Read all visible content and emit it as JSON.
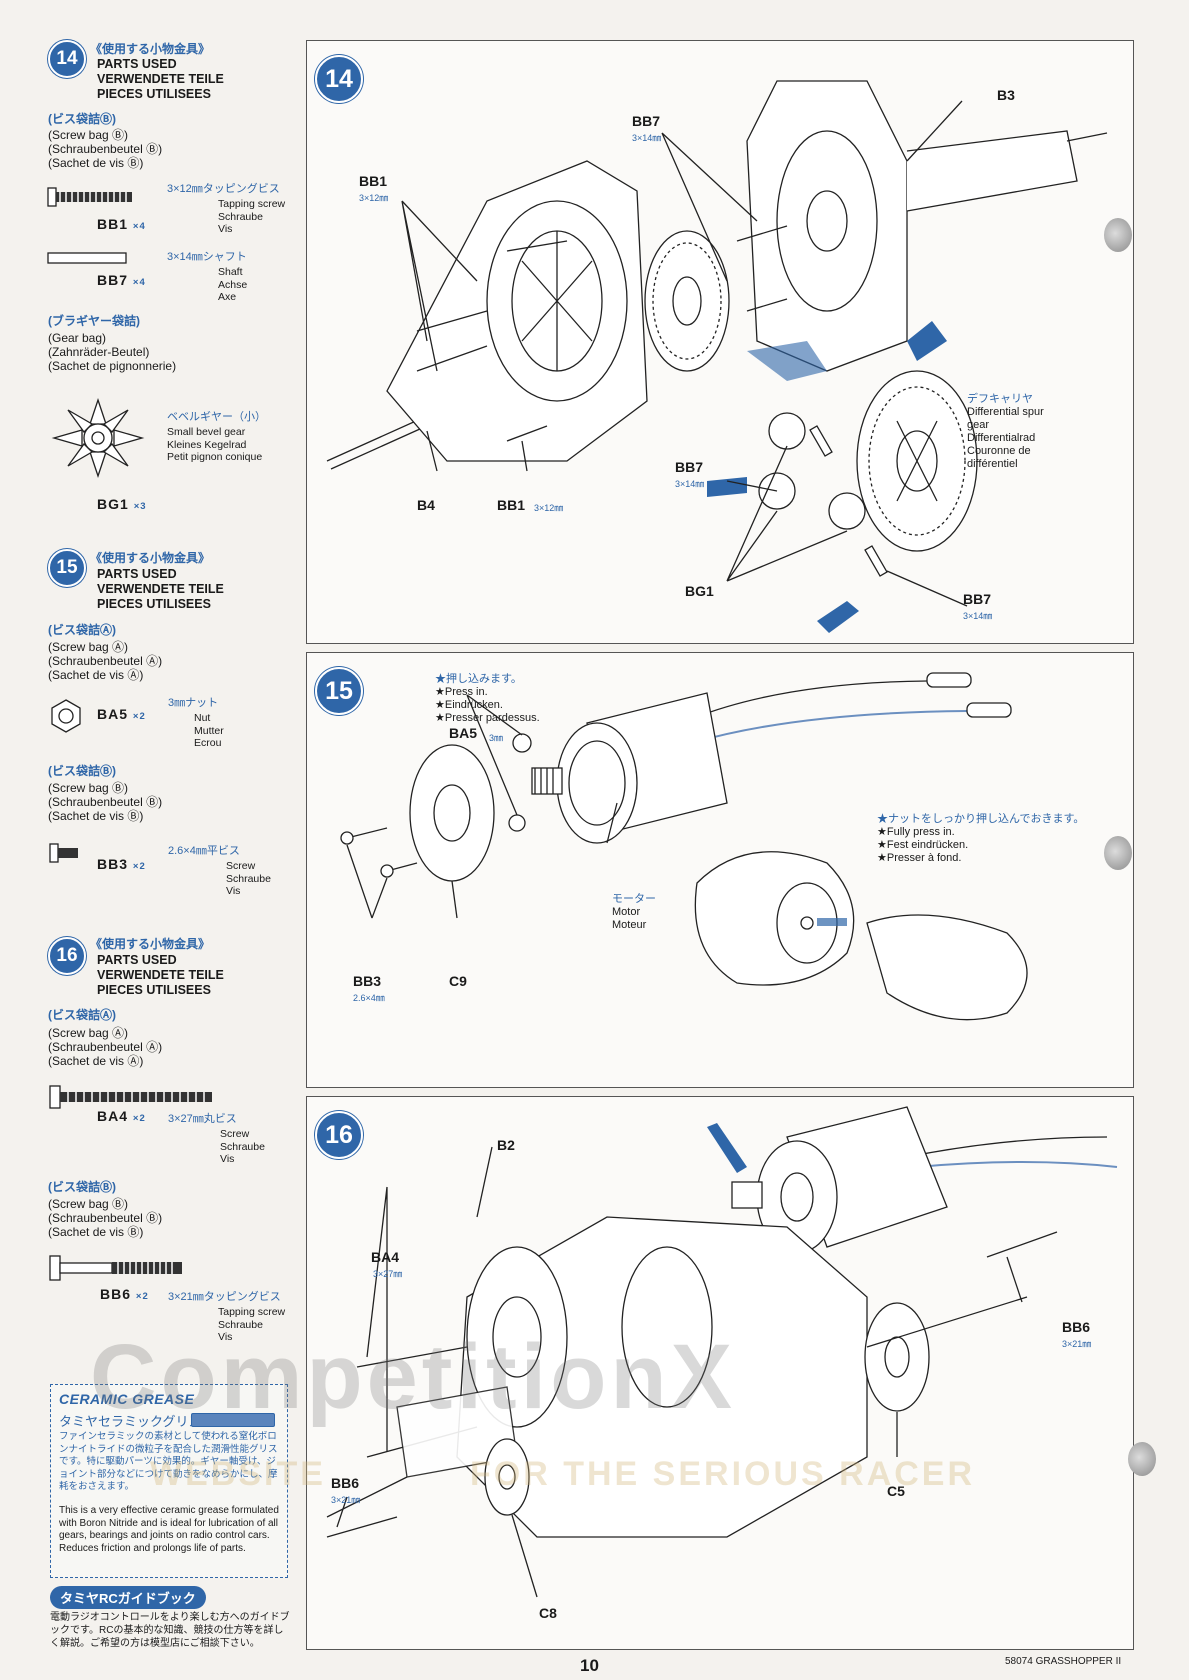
{
  "steps": [
    {
      "number": "14",
      "header_jp": "《使用する小物金具》",
      "header_en": "PARTS USED",
      "header_de": "VERWENDETE TEILE",
      "header_fr": "PIECES UTILISEES",
      "bags": [
        {
          "bag_jp": "(ビス袋詰Ⓑ)",
          "bag_en": "(Screw bag Ⓑ)",
          "bag_de": "(Schraubenbeutel Ⓑ)",
          "bag_fr": "(Sachet de vis Ⓑ)",
          "parts": [
            {
              "code": "BB1",
              "qty": "×4",
              "size_jp": "3×12㎜タッピングビス",
              "en": "Tapping screw",
              "de": "Schraube",
              "fr": "Vis"
            },
            {
              "code": "BB7",
              "qty": "×4",
              "size_jp": "3×14㎜シャフト",
              "en": "Shaft",
              "de": "Achse",
              "fr": "Axe"
            }
          ]
        },
        {
          "bag_jp": "(ブラギヤー袋詰)",
          "bag_en": "(Gear bag)",
          "bag_de": "(Zahnräder-Beutel)",
          "bag_fr": "(Sachet de pignonnerie)",
          "parts": [
            {
              "code": "BG1",
              "qty": "×3",
              "size_jp": "ベベルギヤー（小）",
              "en": "Small bevel gear",
              "de": "Kleines Kegelrad",
              "fr": "Petit pignon conique"
            }
          ]
        }
      ]
    },
    {
      "number": "15",
      "header_jp": "《使用する小物金具》",
      "header_en": "PARTS USED",
      "header_de": "VERWENDETE TEILE",
      "header_fr": "PIECES UTILISEES",
      "bags": [
        {
          "bag_jp": "(ビス袋詰Ⓐ)",
          "bag_en": "(Screw bag Ⓐ)",
          "bag_de": "(Schraubenbeutel Ⓐ)",
          "bag_fr": "(Sachet de vis Ⓐ)",
          "parts": [
            {
              "code": "BA5",
              "qty": "×2",
              "size_jp": "3㎜ナット",
              "en": "Nut",
              "de": "Mutter",
              "fr": "Ecrou"
            }
          ]
        },
        {
          "bag_jp": "(ビス袋詰Ⓑ)",
          "bag_en": "(Screw bag Ⓑ)",
          "bag_de": "(Schraubenbeutel Ⓑ)",
          "bag_fr": "(Sachet de vis Ⓑ)",
          "parts": [
            {
              "code": "BB3",
              "qty": "×2",
              "size_jp": "2.6×4㎜平ビス",
              "en": "Screw",
              "de": "Schraube",
              "fr": "Vis"
            }
          ]
        }
      ]
    },
    {
      "number": "16",
      "header_jp": "《使用する小物金具》",
      "header_en": "PARTS USED",
      "header_de": "VERWENDETE TEILE",
      "header_fr": "PIECES UTILISEES",
      "bags": [
        {
          "bag_jp": "(ビス袋詰Ⓐ)",
          "bag_en": "(Screw bag Ⓐ)",
          "bag_de": "(Schraubenbeutel Ⓐ)",
          "bag_fr": "(Sachet de vis Ⓐ)",
          "parts": [
            {
              "code": "BA4",
              "qty": "×2",
              "size_jp": "3×27㎜丸ビス",
              "en": "Screw",
              "de": "Schraube",
              "fr": "Vis"
            }
          ]
        },
        {
          "bag_jp": "(ビス袋詰Ⓑ)",
          "bag_en": "(Screw bag Ⓑ)",
          "bag_de": "(Schraubenbeutel Ⓑ)",
          "bag_fr": "(Sachet de vis Ⓑ)",
          "parts": [
            {
              "code": "BB6",
              "qty": "×2",
              "size_jp": "3×21㎜タッピングビス",
              "en": "Tapping screw",
              "de": "Schraube",
              "fr": "Vis"
            }
          ]
        }
      ]
    }
  ],
  "grease": {
    "logo": "CERAMIC GREASE",
    "title_jp": "タミヤセラミックグリス",
    "desc_jp": "ファインセラミックの素材として使われる窒化ボロンナイトライドの微粒子を配合した潤滑性能グリスです。特に駆動パーツに効果的。ギヤー軸受け、ジョイント部分などにつけて動きをなめらかにし、摩耗をおさえます。",
    "desc_en": "This is a very effective ceramic grease formulated with Boron Nitride and is ideal for lubrication of all gears, bearings and joints on radio control cars. Reduces friction and prolongs life of parts."
  },
  "guide": {
    "title_jp": "タミヤRCガイドブック",
    "desc_jp": "電動ラジオコントロールをより楽しむ方へのガイドブックです。RCの基本的な知識、競技の仕方等を詳しく解説。ご希望の方は模型店にご相談下さい。"
  },
  "diagram14": {
    "labels": {
      "bb7_top": "BB7",
      "bb7_top_size": "3×14㎜",
      "b3": "B3",
      "bb1": "BB1",
      "bb1_size": "3×12㎜",
      "b4": "B4",
      "bb1_bottom": "BB1",
      "bb1_bottom_size": "3×12㎜",
      "bb7_mid": "BB7",
      "bb7_mid_size": "3×14㎜",
      "bg1": "BG1",
      "bb7_bottom": "BB7",
      "bb7_bottom_size": "3×14㎜"
    },
    "diff_note": {
      "jp": "デフキャリヤ",
      "en1": "Differential spur",
      "en2": "gear",
      "de": "Differentialrad",
      "fr1": "Couronne de",
      "fr2": "différentiel"
    }
  },
  "diagram15": {
    "press_note": {
      "jp": "★押し込みます。",
      "en": "★Press in.",
      "de": "★Eindrücken.",
      "fr": "★Presser pardessus."
    },
    "labels": {
      "ba5": "BA5",
      "ba5_size": "3㎜",
      "bb3": "BB3",
      "bb3_size": "2.6×4㎜",
      "c9": "C9"
    },
    "motor": {
      "jp": "モーター",
      "en": "Motor",
      "de": "Moteur"
    },
    "nut_note": {
      "jp": "★ナットをしっかり押し込んでおきます。",
      "en": "★Fully press in.",
      "de": "★Fest eindrücken.",
      "fr": "★Presser à fond."
    }
  },
  "diagram16": {
    "labels": {
      "b2": "B2",
      "ba4": "BA4",
      "ba4_size": "3×27㎜",
      "bb6_right": "BB6",
      "bb6_right_size": "3×21㎜",
      "bb6_left": "BB6",
      "bb6_left_size": "3×21㎜",
      "c5": "C5",
      "c8": "C8"
    }
  },
  "watermark": {
    "main": "CompetitionX",
    "left": "WEBSITE",
    "right": "FOR THE SERIOUS RACER"
  },
  "page_number": "10",
  "footer_code": "58074 GRASSHOPPER II"
}
